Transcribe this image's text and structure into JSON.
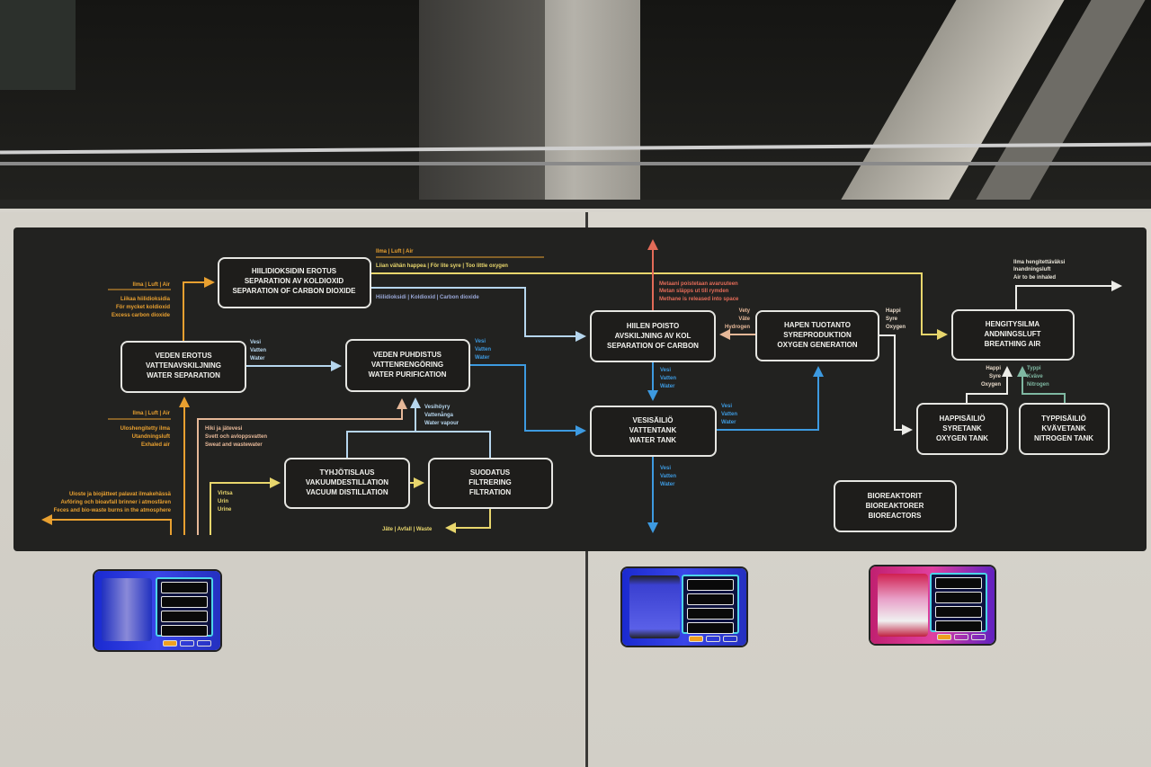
{
  "boxes": {
    "co2_separation": [
      "HIILIDIOKSIDIN EROTUS",
      "SEPARATION AV KOLDIOXID",
      "SEPARATION OF CARBON DIOXIDE"
    ],
    "water_separation": [
      "VEDEN EROTUS",
      "VATTENAVSKILJNING",
      "WATER SEPARATION"
    ],
    "water_purification": [
      "VEDEN PUHDISTUS",
      "VATTENRENGÖRING",
      "WATER PURIFICATION"
    ],
    "vacuum_distillation": [
      "TYHJÖTISLAUS",
      "VAKUUMDESTILLATION",
      "VACUUM DISTILLATION"
    ],
    "filtration": [
      "SUODATUS",
      "FILTRERING",
      "FILTRATION"
    ],
    "carbon_removal": [
      "HIILEN POISTO",
      "AVSKILJNING AV KOL",
      "SEPARATION OF CARBON"
    ],
    "oxygen_generation": [
      "HAPEN TUOTANTO",
      "SYREPRODUKTION",
      "OXYGEN GENERATION"
    ],
    "breathing_air": [
      "HENGITYSILMA",
      "ANDNINGSLUFT",
      "BREATHING AIR"
    ],
    "water_tank": [
      "VESISÄILIÖ",
      "VATTENTANK",
      "WATER TANK"
    ],
    "oxygen_tank": [
      "HAPPISÄILIÖ",
      "SYRETANK",
      "OXYGEN TANK"
    ],
    "nitrogen_tank": [
      "TYPPISÄILIÖ",
      "KVÄVETANK",
      "NITROGEN TANK"
    ],
    "bioreactors": [
      "BIOREAKTORIT",
      "BIOREAKTORER",
      "BIOREACTORS"
    ]
  },
  "labels": {
    "air_top_left": "Ilma | Luft | Air",
    "excess_co2": [
      "Liikaa hiilidioksidia",
      "För mycket koldioxid",
      "Excess carbon dioxide"
    ],
    "air_top_right": "Ilma | Luft | Air",
    "too_little_oxygen": "Liian vähän happea | För lite syre | Too little oxygen",
    "carbon_dioxide": "Hiilidioksidi | Koldioxid | Carbon dioxide",
    "water_1": [
      "Vesi",
      "Vatten",
      "Water"
    ],
    "water_2": [
      "Vesi",
      "Vatten",
      "Water"
    ],
    "air_exhaled_head": "Ilma | Luft | Air",
    "exhaled_air": [
      "Uloshengitetty ilma",
      "Utandningsluft",
      "Exhaled air"
    ],
    "sweat": [
      "Hiki ja jätevesi",
      "Svett och avloppsvatten",
      "Sweat and wastewater"
    ],
    "water_vapour": [
      "Vesihöyry",
      "Vattenånga",
      "Water vapour"
    ],
    "feces": [
      "Uloste ja biojätteet palavat ilmakehässä",
      "Avföring och bioavfall brinner i atmosfären",
      "Feces and bio-waste burns in the atmosphere"
    ],
    "urine": [
      "Virtsa",
      "Urin",
      "Urine"
    ],
    "waste": "Jäte | Avfall | Waste",
    "methane": [
      "Metaani poistetaan avaruuteen",
      "Metan släpps ut till rymden",
      "Methane is released into space"
    ],
    "hydrogen": [
      "Vety",
      "Väte",
      "Hydrogen"
    ],
    "oxygen_out": [
      "Happi",
      "Syre",
      "Oxygen"
    ],
    "water_3": [
      "Vesi",
      "Vatten",
      "Water"
    ],
    "water_4": [
      "Vesi",
      "Vatten",
      "Water"
    ],
    "water_5": [
      "Vesi",
      "Vatten",
      "Water"
    ],
    "air_inhaled": [
      "Ilma hengitettäväksi",
      "Inandningsluft",
      "Air to be inhaled"
    ],
    "oxygen_in": [
      "Happi",
      "Syre",
      "Oxygen"
    ],
    "nitrogen_in": [
      "Typpi",
      "Kväve",
      "Nitrogen"
    ]
  },
  "colors": {
    "orange": "#e8a030",
    "yellow": "#e8d66c",
    "light_blue": "#b6d6ee",
    "blue": "#3d9ae0",
    "red": "#e36b58",
    "peach": "#e6b898",
    "white": "#ecece8",
    "green": "#7fb8a2",
    "lavender": "#9aa8d8"
  }
}
